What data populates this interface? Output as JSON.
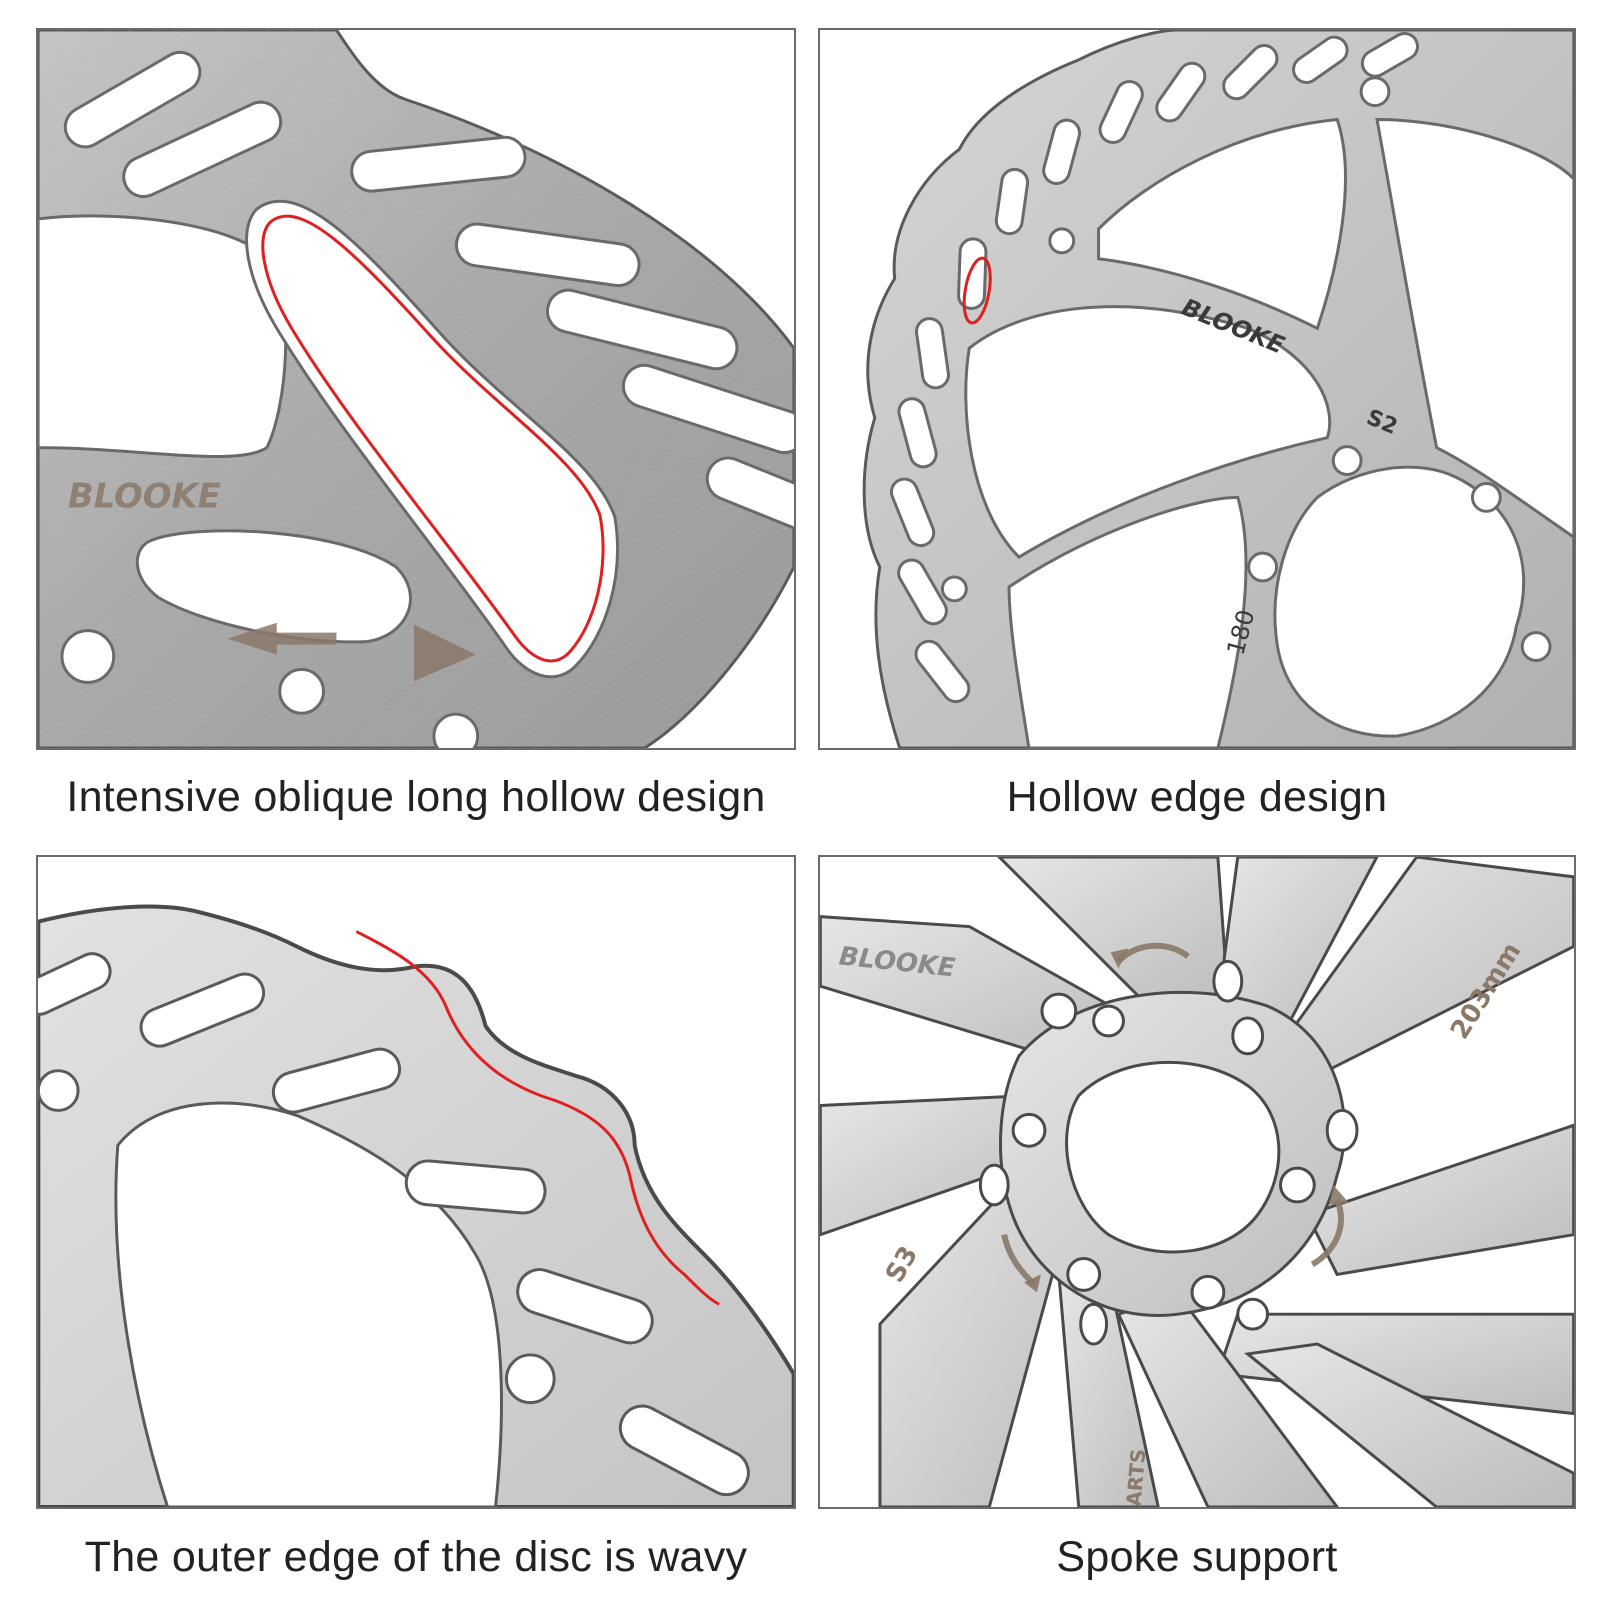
{
  "panels": [
    {
      "caption": "Intensive oblique long hollow design",
      "engraved": {
        "brand": "BLOOKE"
      },
      "highlight_color": "#e02020"
    },
    {
      "caption": "Hollow edge design",
      "engraved": {
        "brand": "BLOOKE",
        "model": "S2",
        "size": "180"
      },
      "highlight_color": "#e02020"
    },
    {
      "caption": "The outer edge of the disc is wavy",
      "highlight_color": "#e02020"
    },
    {
      "caption": "Spoke support",
      "engraved": {
        "brand": "BLOOKE",
        "model": "S3",
        "size": "203mm",
        "extra": "ARTS"
      }
    }
  ],
  "colors": {
    "steel_light": "#dcdcdc",
    "steel_mid": "#b8b8b8",
    "steel_dark": "#8e8e8e",
    "engrave_brown": "#8a7868",
    "caption_text": "#222222",
    "frame_border": "#6b6b6b"
  }
}
